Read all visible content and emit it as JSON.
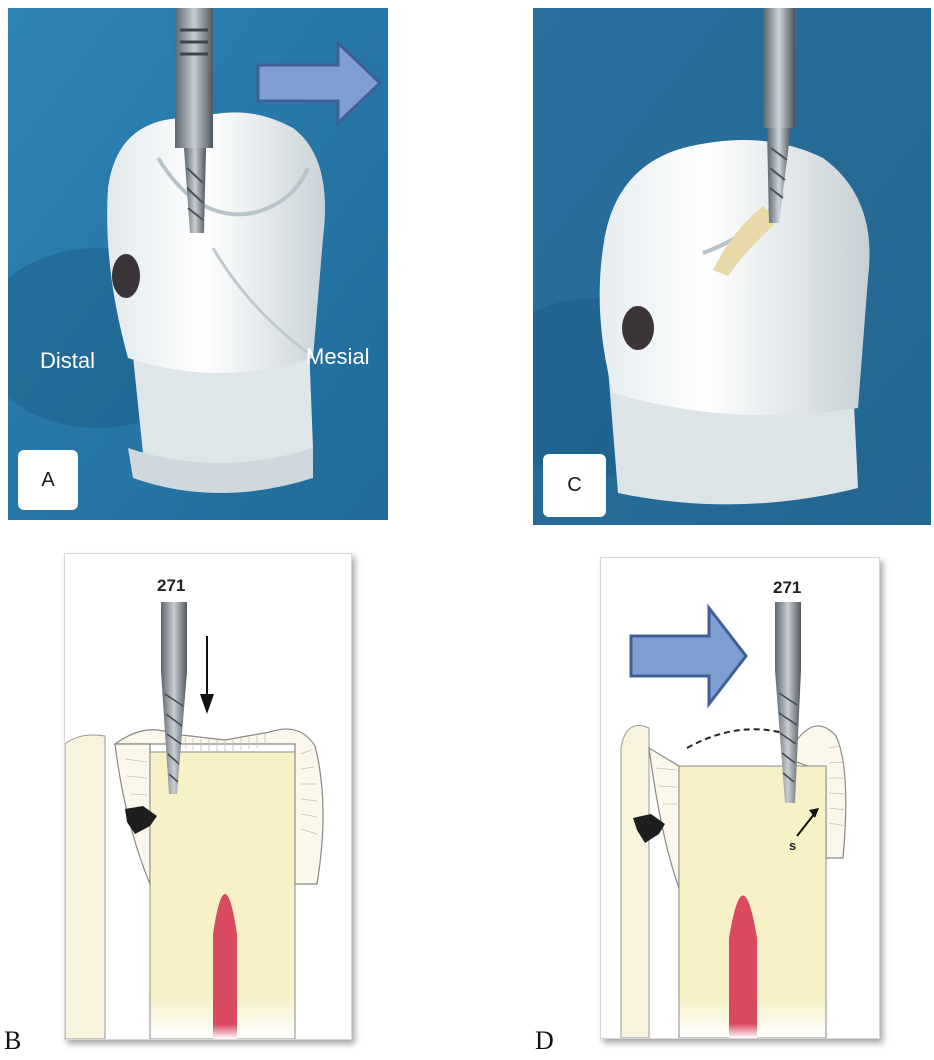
{
  "panels": {
    "a": {
      "tag": "A",
      "distal": "Distal",
      "mesial": "Mesial",
      "arrow_color": "#7f9fd2"
    },
    "c": {
      "tag": "C"
    },
    "b": {
      "caption": "B",
      "bur": "271"
    },
    "d": {
      "caption": "D",
      "bur": "271",
      "marker": "s",
      "arrow_color": "#7f9fd2"
    }
  },
  "colors": {
    "background_blue": "#2a79a9",
    "tooth_white": "#ecf0f1",
    "dentin": "#f6f0c4",
    "pulp": "#d94a60",
    "bur_steel": "#8a9198"
  }
}
